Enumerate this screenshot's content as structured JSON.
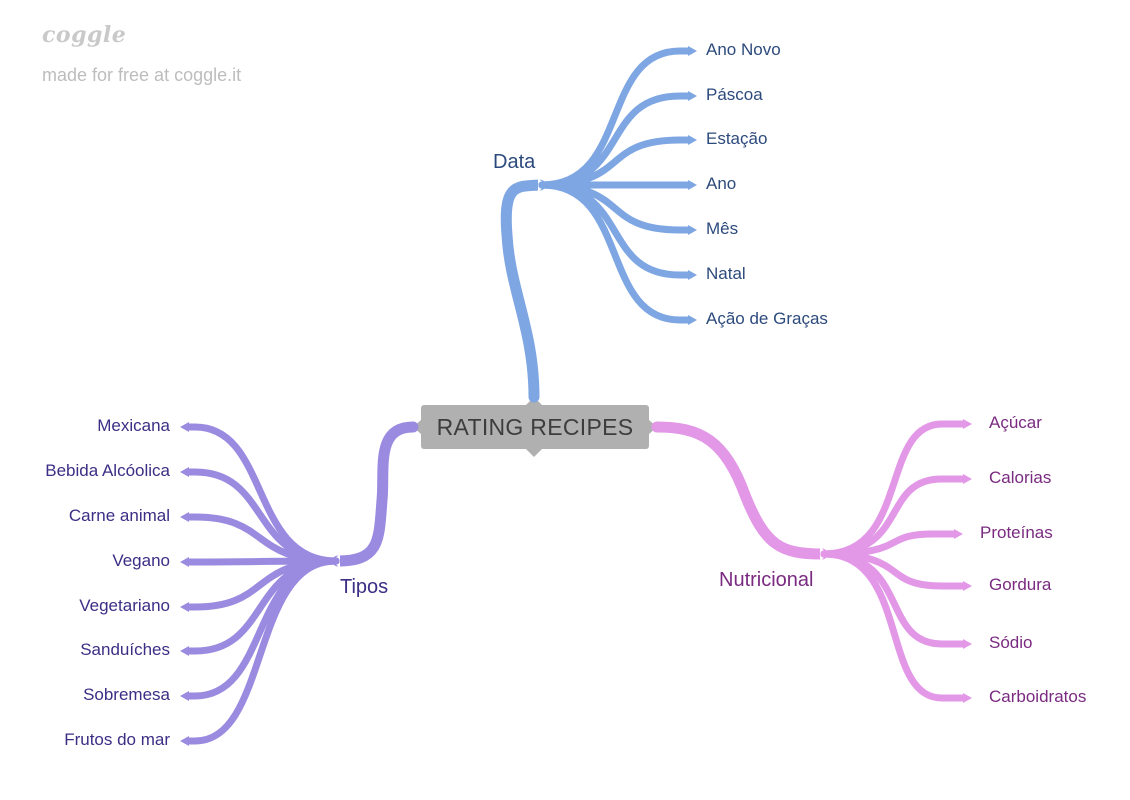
{
  "watermark": {
    "logo": "coggle",
    "tagline": "made for free at coggle.it"
  },
  "root": {
    "label": "RATING RECIPES"
  },
  "branches": {
    "data": {
      "label": "Data",
      "color": "#7ea6e3",
      "text_color": "#2c4a7c",
      "items": [
        "Ano Novo",
        "Páscoa",
        "Estação",
        "Ano",
        "Mês",
        "Natal",
        "Ação de Graças"
      ]
    },
    "tipos": {
      "label": "Tipos",
      "color": "#9b8be0",
      "text_color": "#3b2e85",
      "items": [
        "Mexicana",
        "Bebida Alcóolica",
        "Carne animal",
        "Vegano",
        "Vegetariano",
        "Sanduíches",
        "Sobremesa",
        "Frutos do mar"
      ]
    },
    "nutricional": {
      "label": "Nutricional",
      "color": "#e297e7",
      "text_color": "#7a2a80",
      "items": [
        "Açúcar",
        "Calorias",
        "Proteínas",
        "Gordura",
        "Sódio",
        "Carboidratos"
      ]
    }
  }
}
